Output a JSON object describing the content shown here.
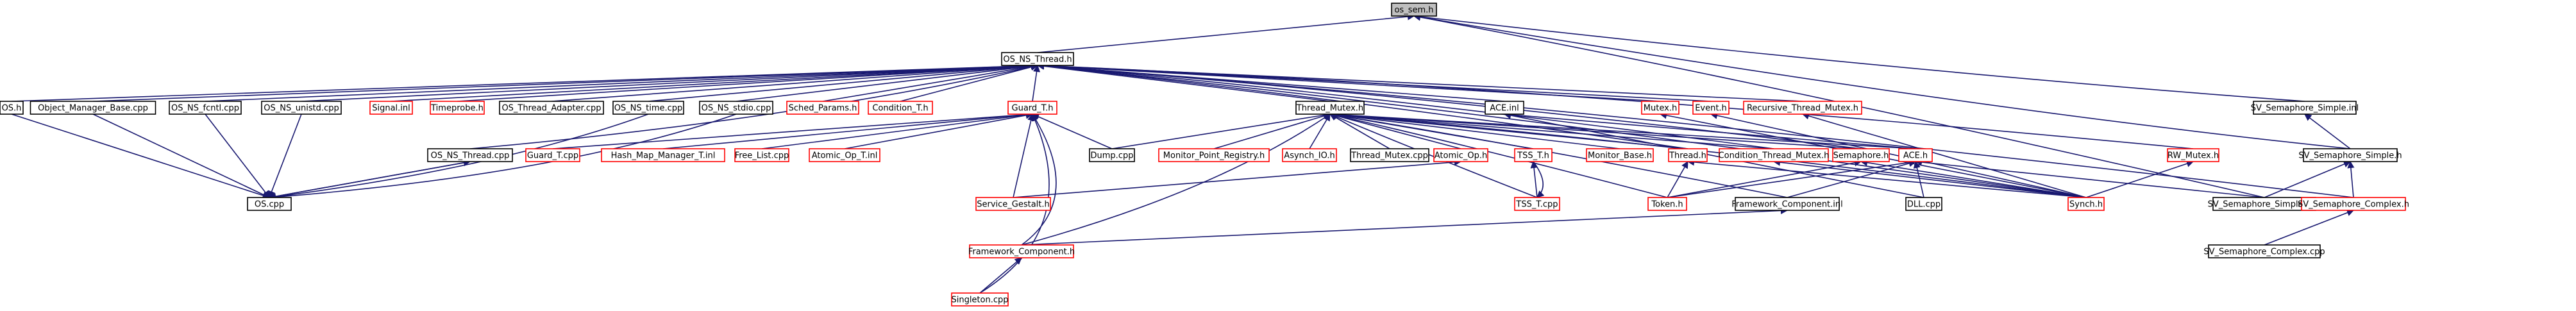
{
  "colors": {
    "edge": "#191970",
    "node_text": "#000000",
    "node_border_black": "#000000",
    "node_border_red": "#ff0000",
    "root_fill": "#bfbfbf",
    "node_fill": "#ffffff"
  },
  "nodes": {
    "os_sem_h": "os_sem.h",
    "os_ns_thread_h": "OS_NS_Thread.h",
    "os_h": "OS.h",
    "object_manager_base_cpp": "Object_Manager_Base.cpp",
    "os_ns_fcntl_cpp": "OS_NS_fcntl.cpp",
    "os_ns_unistd_cpp": "OS_NS_unistd.cpp",
    "signal_inl": "Signal.inl",
    "timeprobe_h": "Timeprobe.h",
    "os_thread_adapter_cpp": "OS_Thread_Adapter.cpp",
    "os_ns_time_cpp": "OS_NS_time.cpp",
    "os_ns_stdio_cpp": "OS_NS_stdio.cpp",
    "sched_params_h": "Sched_Params.h",
    "condition_t_h": "Condition_T.h",
    "guard_t_h": "Guard_T.h",
    "thread_mutex_h": "Thread_Mutex.h",
    "ace_inl": "ACE.inl",
    "mutex_h": "Mutex.h",
    "event_h": "Event.h",
    "recursive_thread_mutex_h": "Recursive_Thread_Mutex.h",
    "sv_semaphore_simple_inl": "SV_Semaphore_Simple.inl",
    "os_ns_thread_cpp": "OS_NS_Thread.cpp",
    "guard_t_cpp": "Guard_T.cpp",
    "hash_map_manager_t_inl": "Hash_Map_Manager_T.inl",
    "free_list_cpp": "Free_List.cpp",
    "atomic_op_t_inl": "Atomic_Op_T.inl",
    "dump_cpp": "Dump.cpp",
    "monitor_point_registry_h": "Monitor_Point_Registry.h",
    "asynch_io_h": "Asynch_IO.h",
    "thread_mutex_cpp": "Thread_Mutex.cpp",
    "atomic_op_h": "Atomic_Op.h",
    "tss_t_h": "TSS_T.h",
    "monitor_base_h": "Monitor_Base.h",
    "thread_h": "Thread.h",
    "condition_thread_mutex_h": "Condition_Thread_Mutex.h",
    "semaphore_h": "Semaphore.h",
    "ace_h": "ACE.h",
    "rw_mutex_h": "RW_Mutex.h",
    "sv_semaphore_simple_h": "SV_Semaphore_Simple.h",
    "os_cpp": "OS.cpp",
    "service_gestalt_h": "Service_Gestalt.h",
    "tss_t_cpp": "TSS_T.cpp",
    "token_h": "Token.h",
    "framework_component_inl": "Framework_Component.inl",
    "dll_cpp": "DLL.cpp",
    "synch_h": "Synch.h",
    "sv_semaphore_simple_cpp": "SV_Semaphore_Simple.cpp",
    "sv_semaphore_complex_h": "SV_Semaphore_Complex.h",
    "framework_component_h": "Framework_Component.h",
    "sv_semaphore_complex_cpp": "SV_Semaphore_Complex.cpp",
    "singleton_cpp": "Singleton.cpp"
  }
}
